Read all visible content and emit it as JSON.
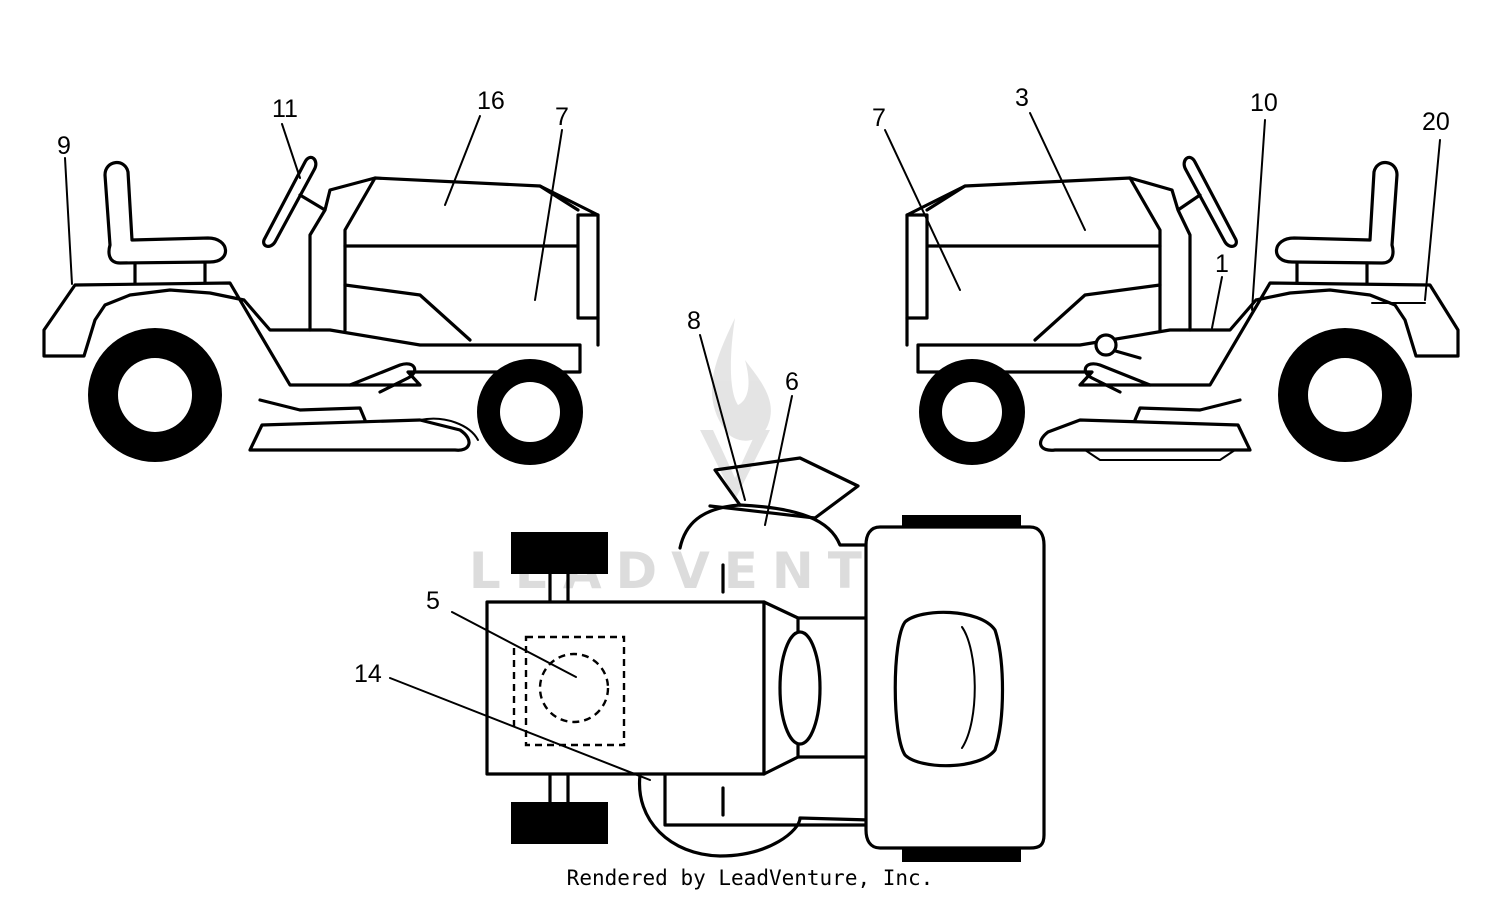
{
  "watermark": {
    "text": "LEADVENTURE",
    "color": "#d9d9d9"
  },
  "credit": "Rendered by LeadVenture, Inc.",
  "callouts": {
    "left_view": {
      "c9": "9",
      "c11": "11",
      "c16": "16",
      "c7": "7"
    },
    "right_view": {
      "c7": "7",
      "c3": "3",
      "c10": "10",
      "c20": "20",
      "c1": "1"
    },
    "top_view": {
      "c8": "8",
      "c6": "6",
      "c5": "5",
      "c14": "14"
    }
  }
}
